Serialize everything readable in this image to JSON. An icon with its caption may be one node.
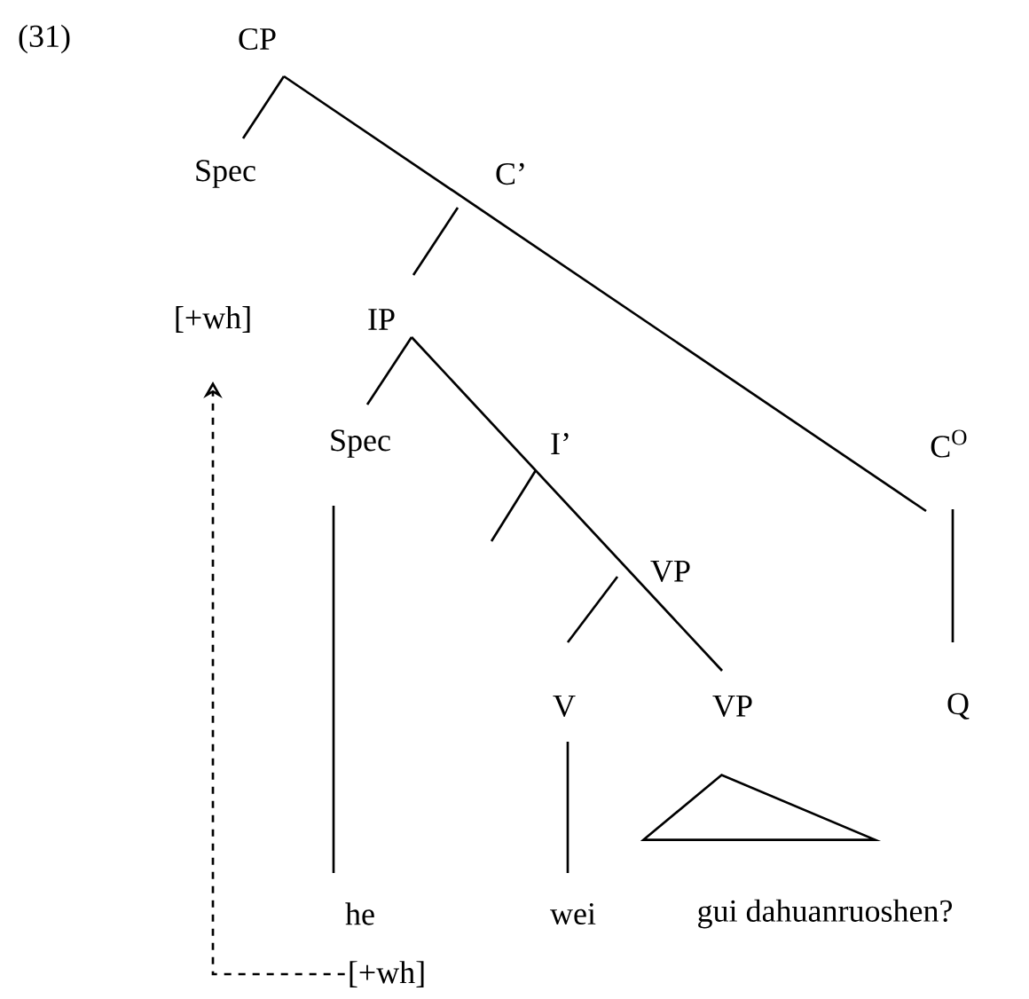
{
  "diagram": {
    "nodes": [
      {
        "text": [
          "CP"
        ]
      },
      {
        "text": [
          "Spec"
        ]
      },
      {
        "text": [
          "C’"
        ]
      },
      {
        "text": [
          "[+wh]"
        ]
      },
      {
        "text": [
          "IP"
        ]
      },
      {
        "text": [
          "Spec"
        ]
      },
      {
        "text": [
          "I’"
        ]
      },
      {
        "text": [
          "VP"
        ]
      },
      {
        "text": [
          "V"
        ]
      },
      {
        "text": [
          "VP"
        ]
      },
      {
        "text": [
          "C$^{O}$"
        ]
      },
      {
        "text": [
          "Q"
        ]
      },
      {
        "text": [
          "he"
        ]
      },
      {
        "text": [
          "wei"
        ]
      },
      {
        "text": [
          "gui dahuanruoshen?"
        ]
      },
      {
        "text": [
          "[+wh]"
        ]
      },
      {
        "text": [],
        "shape": "triangle"
      }
    ],
    "edges": [
      {
        "from": 0,
        "to": 1,
        "arrow": "none"
      },
      {
        "from": 0,
        "to": 10,
        "arrow": "none"
      },
      {
        "from": 10,
        "to": 11,
        "arrow": "none"
      },
      {
        "from": 2,
        "to": 4,
        "arrow": "none"
      },
      {
        "from": 4,
        "to": 5,
        "arrow": "none"
      },
      {
        "from": 4,
        "to": 9,
        "arrow": "none"
      },
      {
        "from": 6,
        "to": null,
        "arrow": "none"
      },
      {
        "from": 7,
        "to": 8,
        "arrow": "none"
      },
      {
        "from": 5,
        "to": 12,
        "arrow": "none"
      },
      {
        "from": 8,
        "to": 13,
        "arrow": "none"
      },
      {
        "from": 15,
        "to": 3,
        "arrow": "to",
        "style": "dashed"
      }
    ],
    "labels": [
      "(31)"
    ]
  }
}
